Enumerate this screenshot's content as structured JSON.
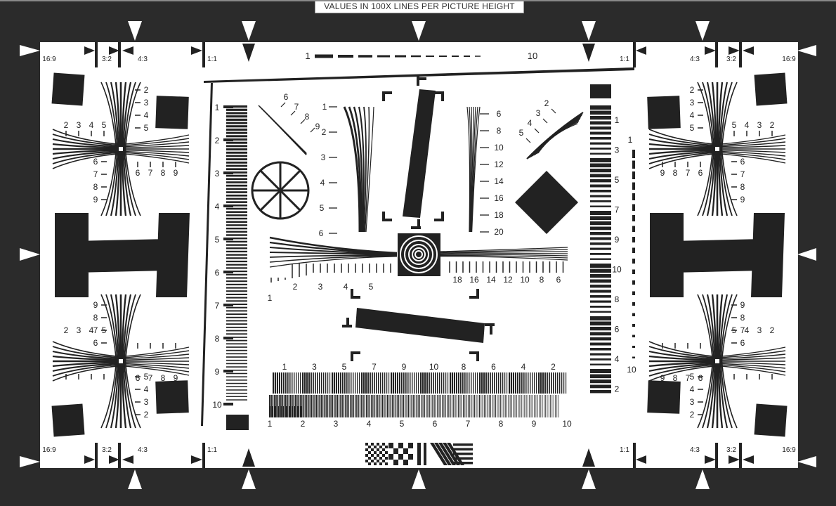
{
  "header": {
    "title": "VALUES IN 100X LINES PER PICTURE HEIGHT"
  },
  "frame_labels": {
    "ratio_16_9": "16:9",
    "ratio_3_2": "3:2",
    "ratio_4_3": "4:3",
    "ratio_1_1": "1:1"
  },
  "scales": {
    "top_scale": [
      "1",
      "10"
    ],
    "left_scale": [
      "1",
      "2",
      "3",
      "4",
      "5",
      "6",
      "7",
      "8",
      "9",
      "10"
    ],
    "right_scale": [
      "1",
      "3",
      "5",
      "7",
      "9",
      "10",
      "8",
      "6",
      "4",
      "2"
    ],
    "right_scale_side": [
      "1",
      "10"
    ],
    "diag_upper_left": [
      "6",
      "7",
      "8",
      "9"
    ],
    "diag_upper_right": [
      "2",
      "3",
      "4",
      "5"
    ],
    "wedge_left": [
      "1",
      "2",
      "3",
      "4",
      "5",
      "6"
    ],
    "wedge_right": [
      "6",
      "8",
      "10",
      "12",
      "14",
      "16",
      "18",
      "20"
    ],
    "horiz_left_wedge": [
      "1",
      "2",
      "3",
      "4",
      "5"
    ],
    "horiz_right_wedge": [
      "18",
      "16",
      "14",
      "12",
      "10",
      "8",
      "6"
    ],
    "bottom_upper": [
      "1",
      "3",
      "5",
      "7",
      "9",
      "10",
      "8",
      "6",
      "4",
      "2"
    ],
    "bottom_lower": [
      "1",
      "2",
      "3",
      "4",
      "5",
      "6",
      "7",
      "8",
      "9",
      "10"
    ]
  },
  "corner_stars": {
    "outer": [
      "2",
      "3",
      "4",
      "5"
    ],
    "inner": [
      "6",
      "7",
      "8",
      "9"
    ]
  }
}
